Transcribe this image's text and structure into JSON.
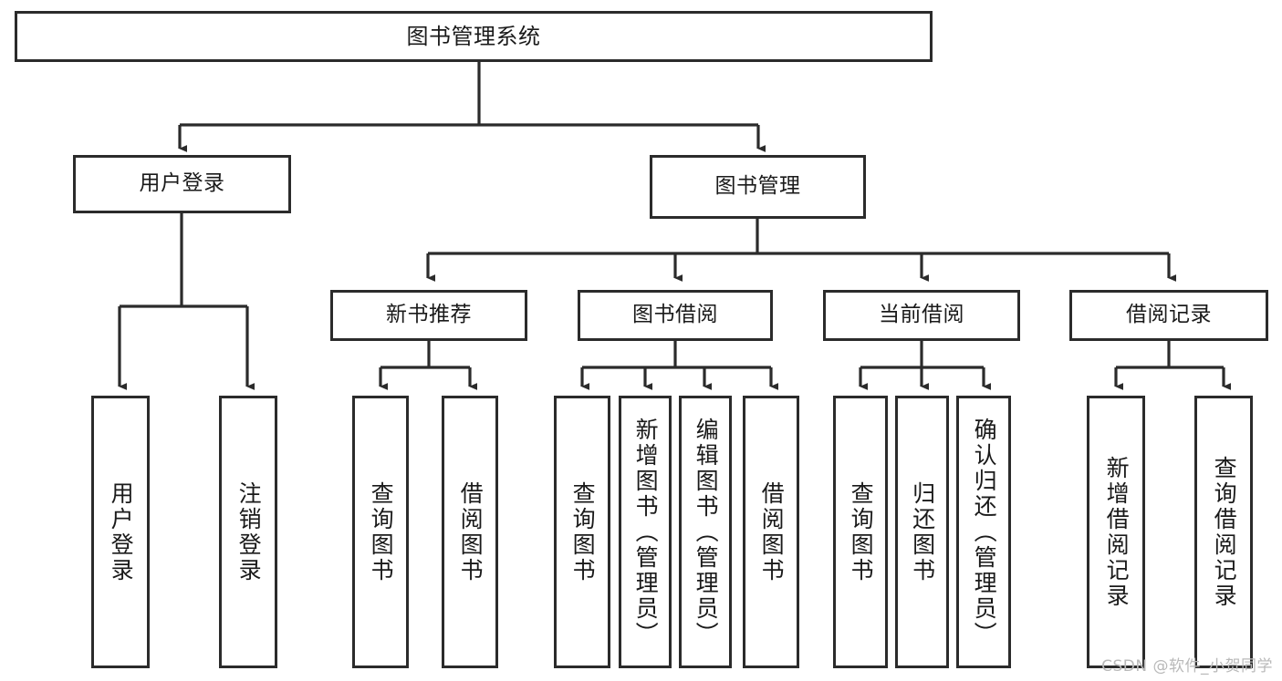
{
  "diagram": {
    "title": "图书管理系统",
    "watermark": "CSDN @软件_小贺同学",
    "line_color": "#2b2b2b",
    "box_fill": "#ffffff",
    "text_color": "#1a1a1a",
    "levels": {
      "level1": [
        {
          "id": "user-login",
          "label": "用户登录"
        },
        {
          "id": "book-management",
          "label": "图书管理"
        }
      ],
      "level2": [
        {
          "id": "new-book-recommend",
          "label": "新书推荐"
        },
        {
          "id": "book-borrow",
          "label": "图书借阅"
        },
        {
          "id": "current-borrow",
          "label": "当前借阅"
        },
        {
          "id": "borrow-record",
          "label": "借阅记录"
        }
      ],
      "leaves": [
        {
          "id": "leaf-user-login",
          "label": "用户登录",
          "parent": "user-login"
        },
        {
          "id": "leaf-logout",
          "label": "注销登录",
          "parent": "user-login"
        },
        {
          "id": "leaf-query-book-1",
          "label": "查询图书",
          "parent": "new-book-recommend"
        },
        {
          "id": "leaf-borrow-book-1",
          "label": "借阅图书",
          "parent": "new-book-recommend"
        },
        {
          "id": "leaf-query-book-2",
          "label": "查询图书",
          "parent": "book-borrow"
        },
        {
          "id": "leaf-add-book",
          "label": "新增图书（管理员）",
          "parent": "book-borrow"
        },
        {
          "id": "leaf-edit-book",
          "label": "编辑图书（管理员）",
          "parent": "book-borrow"
        },
        {
          "id": "leaf-borrow-book-2",
          "label": "借阅图书",
          "parent": "book-borrow"
        },
        {
          "id": "leaf-query-book-3",
          "label": "查询图书",
          "parent": "current-borrow"
        },
        {
          "id": "leaf-return-book",
          "label": "归还图书",
          "parent": "current-borrow"
        },
        {
          "id": "leaf-confirm-return",
          "label": "确认归还（管理员）",
          "parent": "current-borrow"
        },
        {
          "id": "leaf-add-record",
          "label": "新增借阅记录",
          "parent": "borrow-record"
        },
        {
          "id": "leaf-query-record",
          "label": "查询借阅记录",
          "parent": "borrow-record"
        }
      ]
    }
  }
}
